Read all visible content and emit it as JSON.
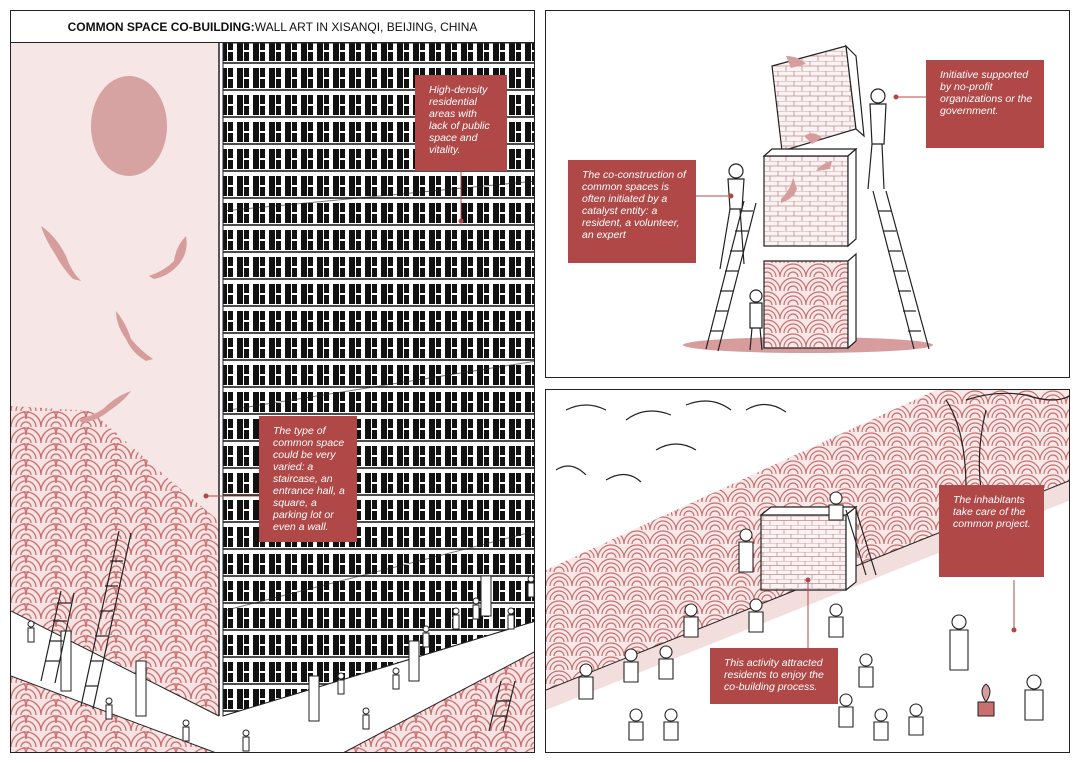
{
  "title": {
    "bold": "COMMON SPACE CO-BUILDING:",
    "rest": " WALL ART IN XISANQI, BEIJING, CHINA"
  },
  "callouts": {
    "density": "High-density residential areas with lack of public space and vitality.",
    "types": "The type of common space could be very varied: a staircase, an entrance hall, a square, a parking lot or even a wall.",
    "initiative": "Initiative supported by no-profit organizations or the government.",
    "construction": "The co-construction of common spaces is often initiated by a catalyst entity: a resident, a volunteer, an expert",
    "inhabitants": "The inhabitants take care of the common project.",
    "activity": "This activity attracted residents to enjoy the co-building process."
  },
  "colors": {
    "accent": "#b04848",
    "pink_light": "#f6e4e4",
    "pink_mid": "#d79c9c",
    "ink": "#222222"
  }
}
